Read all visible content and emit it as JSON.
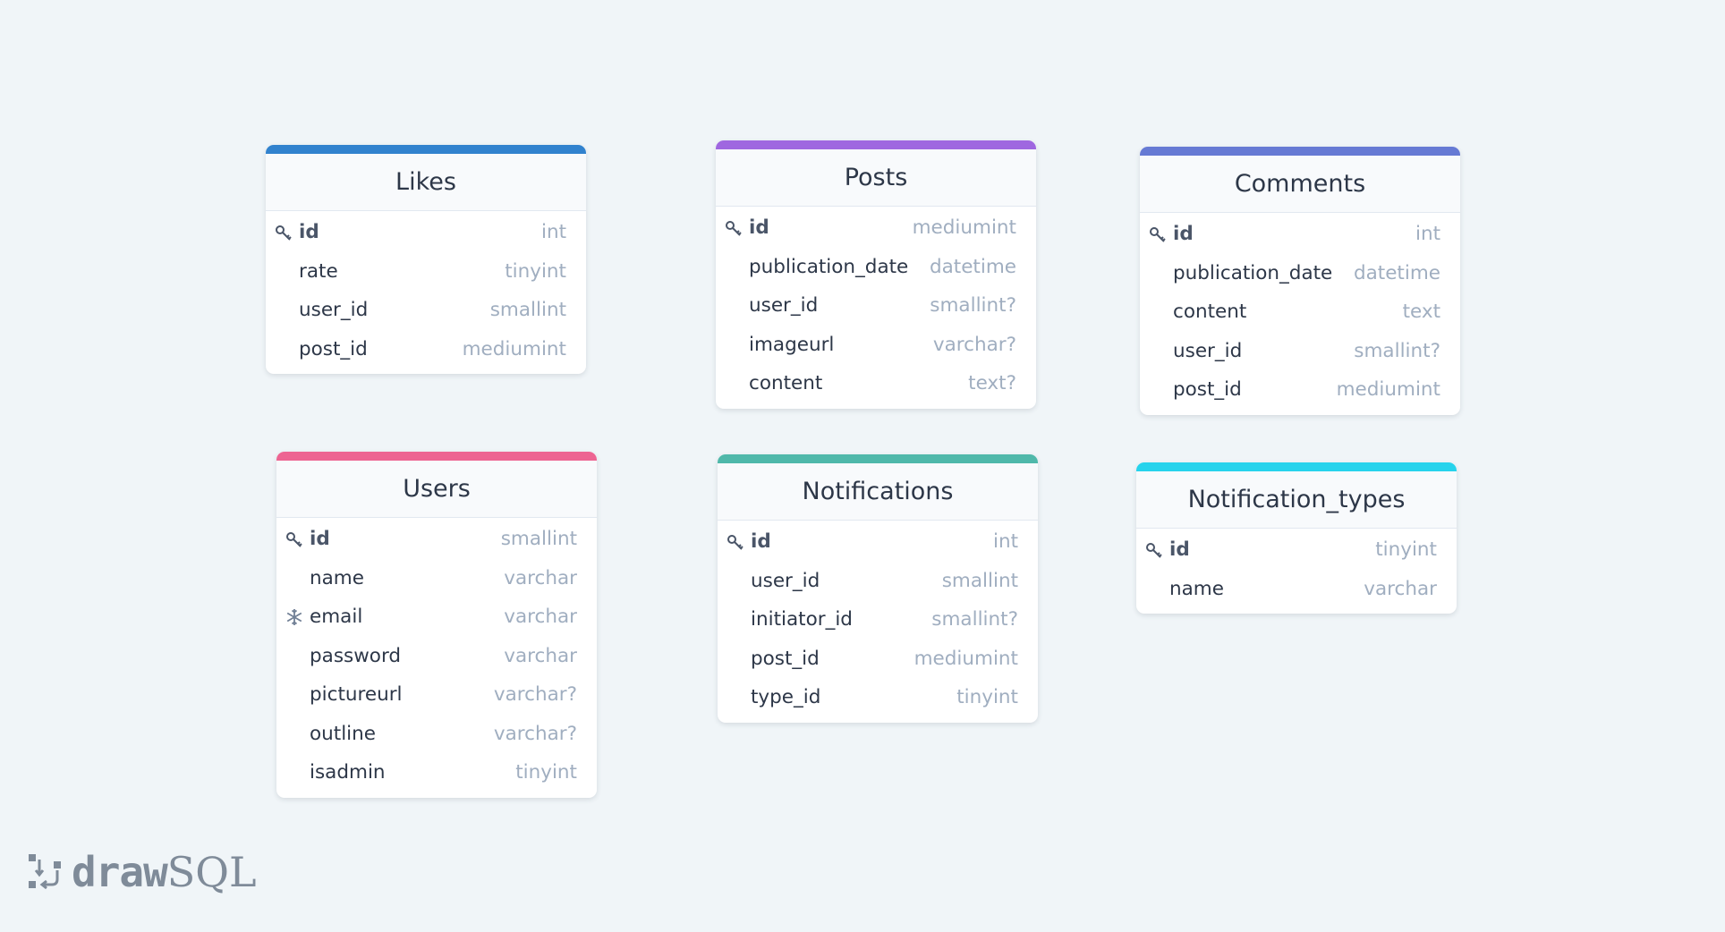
{
  "tables": [
    {
      "name": "Likes",
      "accent": "#3182ce",
      "fields": [
        {
          "name": "id",
          "type": "int",
          "key": "primary"
        },
        {
          "name": "rate",
          "type": "tinyint"
        },
        {
          "name": "user_id",
          "type": "smallint"
        },
        {
          "name": "post_id",
          "type": "mediumint"
        }
      ]
    },
    {
      "name": "Posts",
      "accent": "#9f67e0",
      "fields": [
        {
          "name": "id",
          "type": "mediumint",
          "key": "primary"
        },
        {
          "name": "publication_date",
          "type": "datetime"
        },
        {
          "name": "user_id",
          "type": "smallint?"
        },
        {
          "name": "imageurl",
          "type": "varchar?"
        },
        {
          "name": "content",
          "type": "text?"
        }
      ]
    },
    {
      "name": "Comments",
      "accent": "#667ad4",
      "fields": [
        {
          "name": "id",
          "type": "int",
          "key": "primary"
        },
        {
          "name": "publication_date",
          "type": "datetime"
        },
        {
          "name": "content",
          "type": "text"
        },
        {
          "name": "user_id",
          "type": "smallint?"
        },
        {
          "name": "post_id",
          "type": "mediumint"
        }
      ]
    },
    {
      "name": "Users",
      "accent": "#ed6492",
      "fields": [
        {
          "name": "id",
          "type": "smallint",
          "key": "primary"
        },
        {
          "name": "name",
          "type": "varchar"
        },
        {
          "name": "email",
          "type": "varchar",
          "key": "unique"
        },
        {
          "name": "password",
          "type": "varchar"
        },
        {
          "name": "pictureurl",
          "type": "varchar?"
        },
        {
          "name": "outline",
          "type": "varchar?"
        },
        {
          "name": "isadmin",
          "type": "tinyint"
        }
      ]
    },
    {
      "name": "Notifications",
      "accent": "#4fb8aa",
      "fields": [
        {
          "name": "id",
          "type": "int",
          "key": "primary"
        },
        {
          "name": "user_id",
          "type": "smallint"
        },
        {
          "name": "initiator_id",
          "type": "smallint?"
        },
        {
          "name": "post_id",
          "type": "mediumint"
        },
        {
          "name": "type_id",
          "type": "tinyint"
        }
      ]
    },
    {
      "name": "Notification_types",
      "accent": "#26d3ec",
      "fields": [
        {
          "name": "id",
          "type": "tinyint",
          "key": "primary"
        },
        {
          "name": "name",
          "type": "varchar"
        }
      ]
    }
  ],
  "icons": {
    "primary": "key-icon",
    "unique": "snowflake-icon"
  },
  "logo": {
    "bold": "draw",
    "light": "SQL"
  }
}
